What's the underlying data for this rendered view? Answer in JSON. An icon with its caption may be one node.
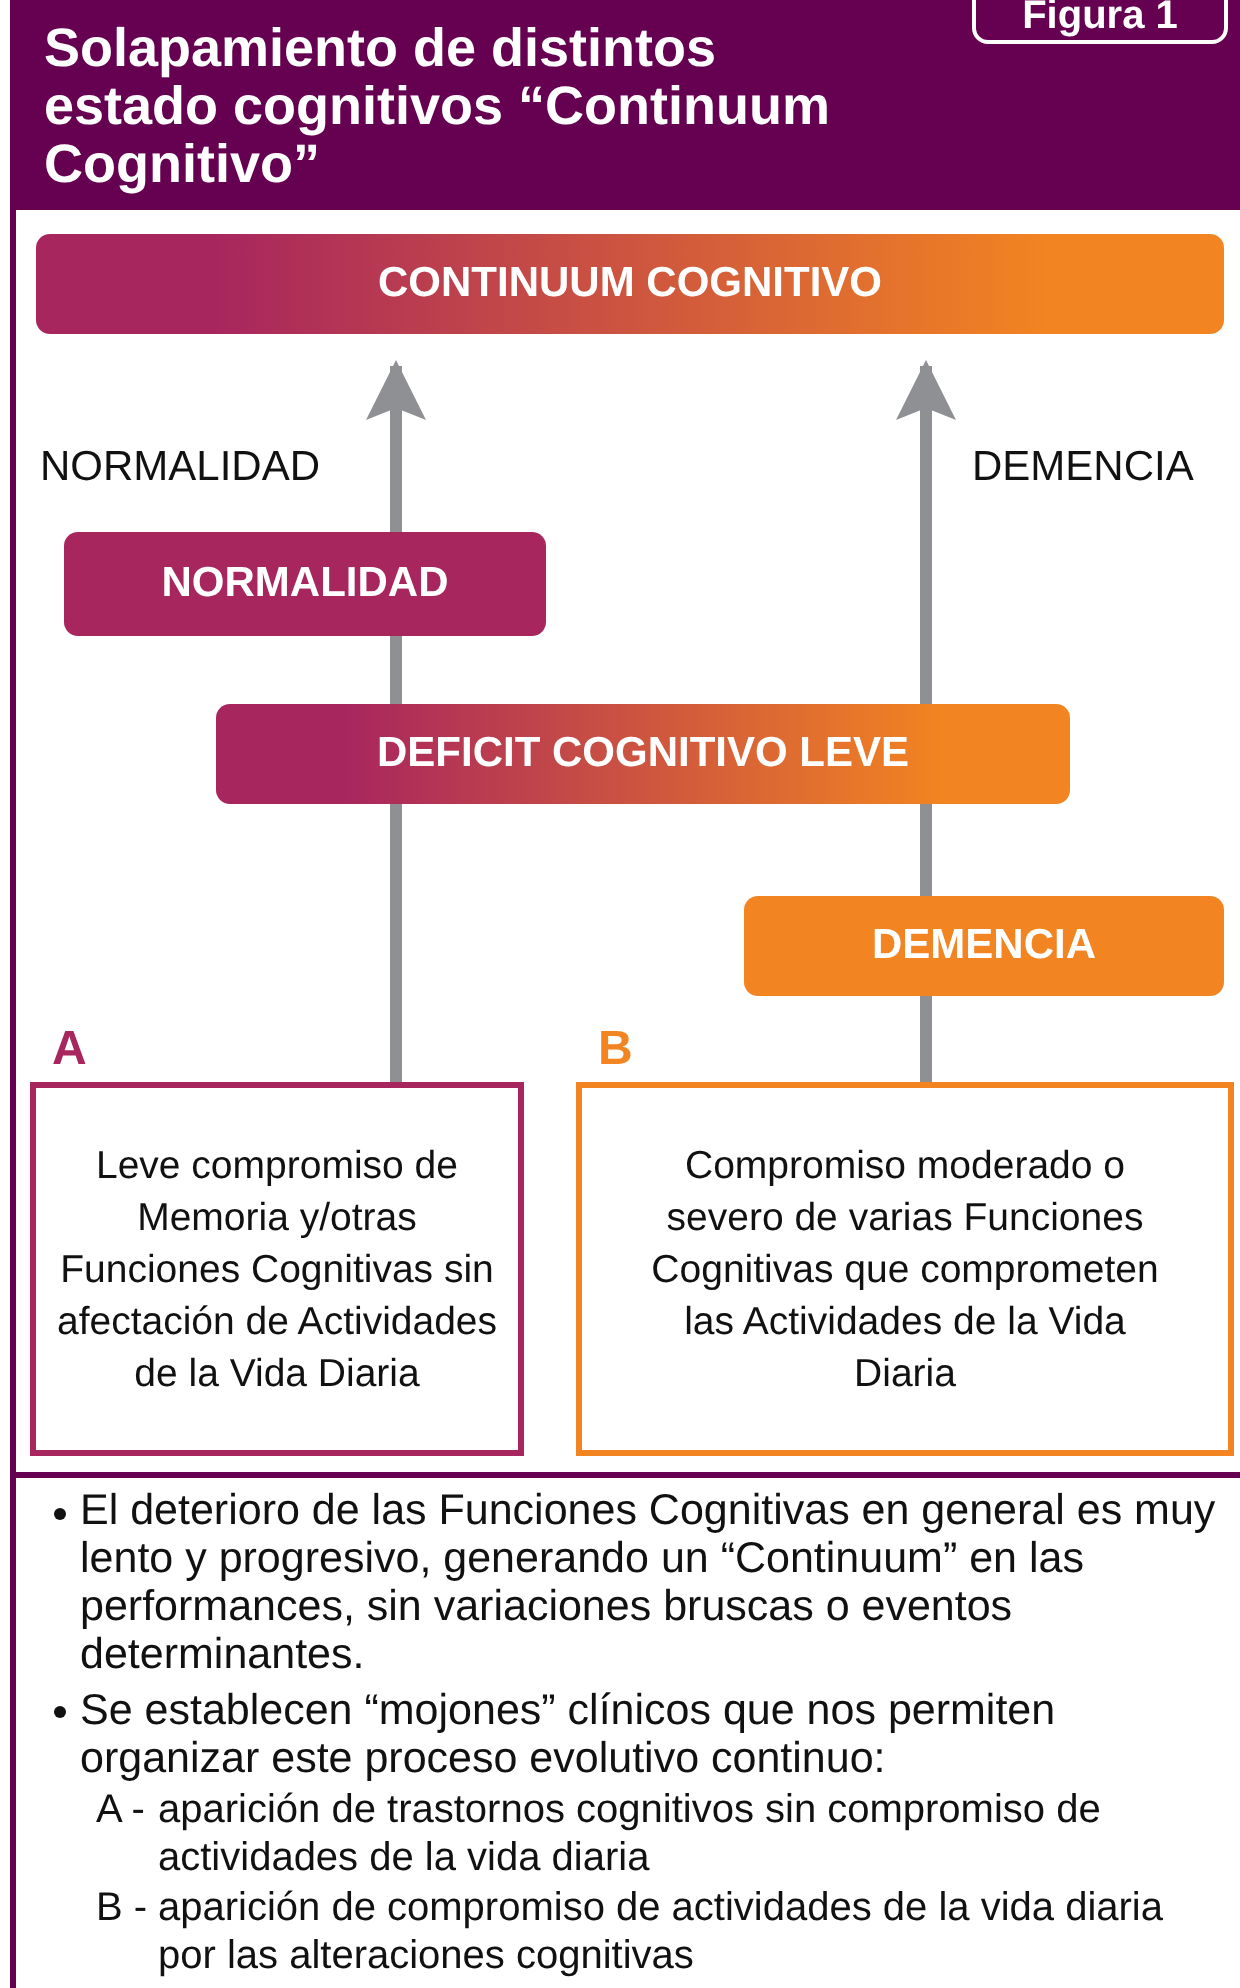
{
  "diagram": {
    "title": "Solapamiento de distintos estado cognitivos “Continuum Cognitivo”",
    "nodes": [
      {
        "text": [
          "CONTINUUM COGNITIVO"
        ]
      },
      {
        "text": [
          "NORMALIDAD"
        ]
      },
      {
        "text": [
          "DEFICIT COGNITIVO LEVE"
        ]
      },
      {
        "text": [
          "DEMENCIA"
        ]
      },
      {
        "text": [
          "A",
          "Leve compromiso de Memoria y/otras Funciones Cognitivas sin afectación de Actividades de la Vida Diaria"
        ]
      },
      {
        "text": [
          "B",
          "Compromiso moderado o severo de varias Funciones Cognitivas que comprometen las Actividades de la Vida Diaria"
        ]
      }
    ],
    "edges": [
      {
        "from": 4,
        "to": 2,
        "arrow": "none"
      },
      {
        "from": 2,
        "to": 1,
        "arrow": "none"
      },
      {
        "from": 1,
        "to": 0,
        "arrow": "to"
      },
      {
        "from": 5,
        "to": 3,
        "arrow": "none"
      },
      {
        "from": 3,
        "to": 2,
        "arrow": "none"
      },
      {
        "from": 2,
        "to": 0,
        "arrow": "to"
      }
    ],
    "labels": [
      "Figura 1",
      "NORMALIDAD",
      "DEMENCIA",
      "El deterioro de las Funciones Cognitivas en general es muy lento y progresivo, generando un “Continuum” en las performances, sin variaciones bruscas o eventos determinantes.",
      "Se establecen “mojones” clínicos que nos permiten organizar este proceso evolutivo continuo:",
      "A -",
      "aparición de trastornos cognitivos sin compromiso de actividades de la vida diaria",
      "B -",
      "aparición de compromiso de actividades de la vida diaria por las alteraciones cognitivas"
    ]
  }
}
